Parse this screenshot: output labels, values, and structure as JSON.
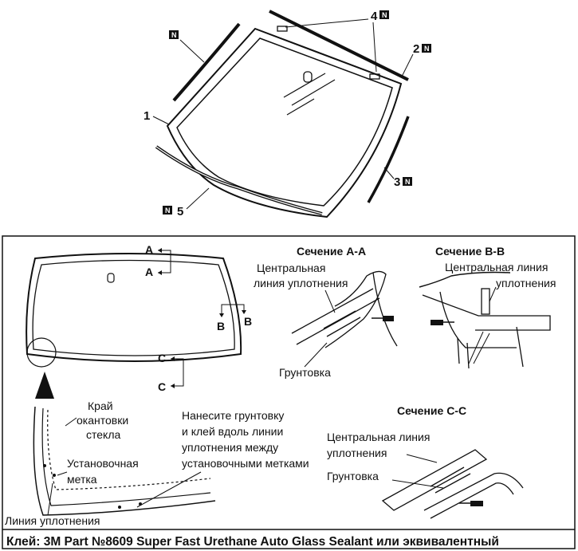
{
  "parts": {
    "p1": "1",
    "p2": "2",
    "p3": "3",
    "p4": "4",
    "p5": "5",
    "new_badge": "N"
  },
  "overview": {
    "section_a": "A",
    "section_b": "B",
    "section_c": "C"
  },
  "section_aa": {
    "title": "Сечение A-A",
    "line1": "Центральная",
    "line2": "линия уплотнения",
    "primer": "Грунтовка"
  },
  "section_bb": {
    "title": "Сечение B-B",
    "line1": "Центральная линия",
    "line2": "уплотнения"
  },
  "section_cc": {
    "title": "Сечение C-C",
    "line1": "Центральная линия",
    "line2": "уплотнения",
    "primer": "Грунтовка"
  },
  "detail": {
    "edge1": "Край",
    "edge2": "окантовки",
    "edge3": "стекла",
    "mark1": "Установочная",
    "mark2": "метка",
    "seal_line": "Линия уплотнения",
    "instr1": "Нанесите грунтовку",
    "instr2": "и клей вдоль линии",
    "instr3": "уплотнения между",
    "instr4": "установочными метками"
  },
  "footer": "Клей: 3M Part №8609 Super Fast Urethane Auto Glass Sealant или эквивалентный"
}
